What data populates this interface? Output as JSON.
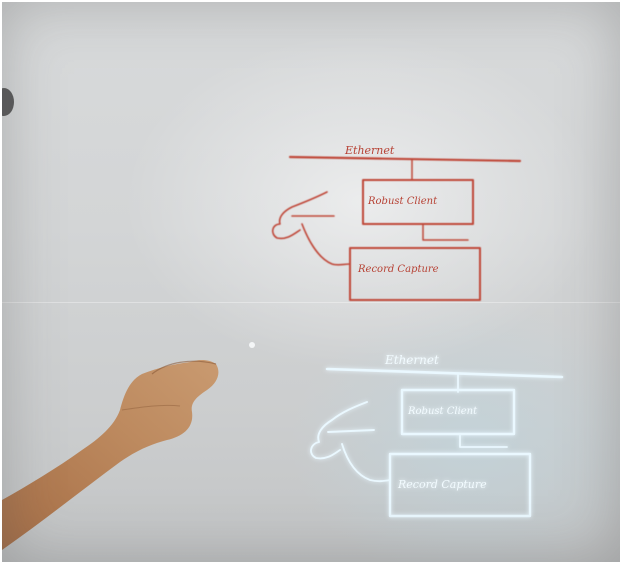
{
  "scene": {
    "colors": {
      "red_ink": "#c0483a",
      "projected_ink": "#eaf8ff",
      "projected_glow": "#7fd8ff",
      "skin": "#b37c52"
    },
    "whiteboard_drawing": {
      "network_label": "Ethernet",
      "box_top_label": "Robust Client",
      "box_bottom_label": "Record Capture"
    },
    "projected_drawing": {
      "network_label": "Ethernet",
      "box_top_label": "Robust Client",
      "box_bottom_label": "Record Capture"
    }
  }
}
